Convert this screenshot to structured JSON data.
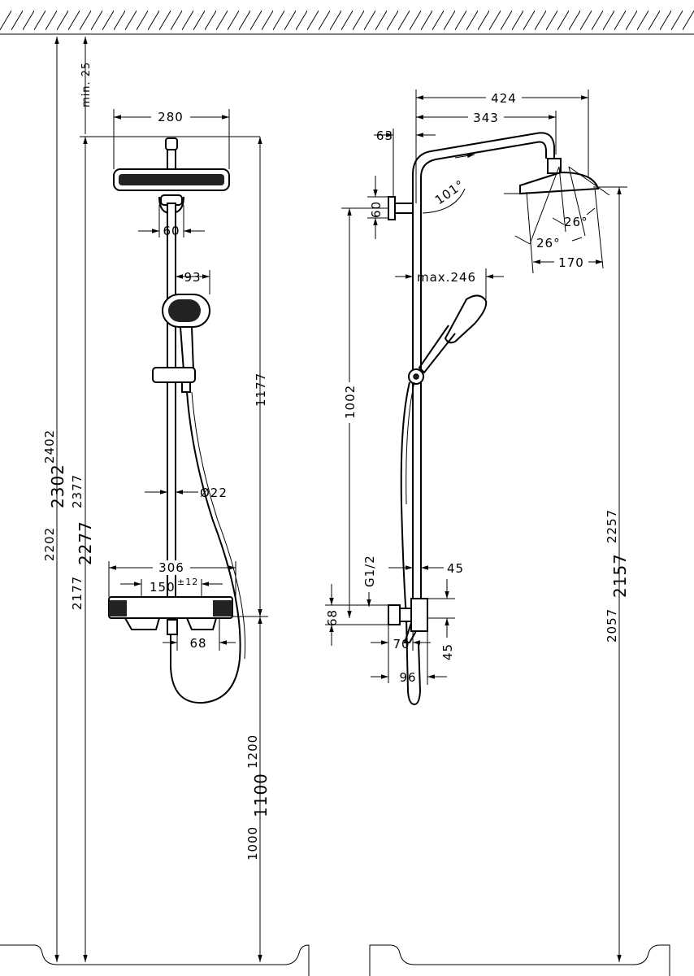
{
  "left_view": {
    "min_label": "min. 25",
    "head_width": "280",
    "arm_width": "60",
    "handshower_width": "93",
    "pipe_diameter": "Ø22",
    "thermostat_width": "306",
    "center_distance": "150",
    "center_tolerance": "±12",
    "outlet_offset": "68",
    "height_top": "1177",
    "total_high": "2402",
    "total_mid": "2302",
    "total_low": "2202",
    "head_high": "2377",
    "head_mid": "2277",
    "head_low": "2177",
    "mixer_high": "1200",
    "mixer_mid": "1100",
    "mixer_low": "1000"
  },
  "right_view": {
    "projection_total": "424",
    "projection_head": "343",
    "wall_offset": "63",
    "bracket_height": "60",
    "arm_angle": "101°",
    "spray_angle_a": "26°",
    "spray_angle_b": "26°",
    "spray_width": "170",
    "max_label": "max.246",
    "bracket_to_mixer": "1002",
    "connection": "G1/2",
    "mixer_depth_top": "45",
    "mixer_depth_bottom": "45",
    "mixer_height": "68",
    "mixer_projection": "70",
    "outlet_projection": "96",
    "head_high": "2257",
    "head_mid": "2157",
    "head_low": "2057"
  },
  "colors": {
    "line": "#000000",
    "background": "#ffffff"
  }
}
